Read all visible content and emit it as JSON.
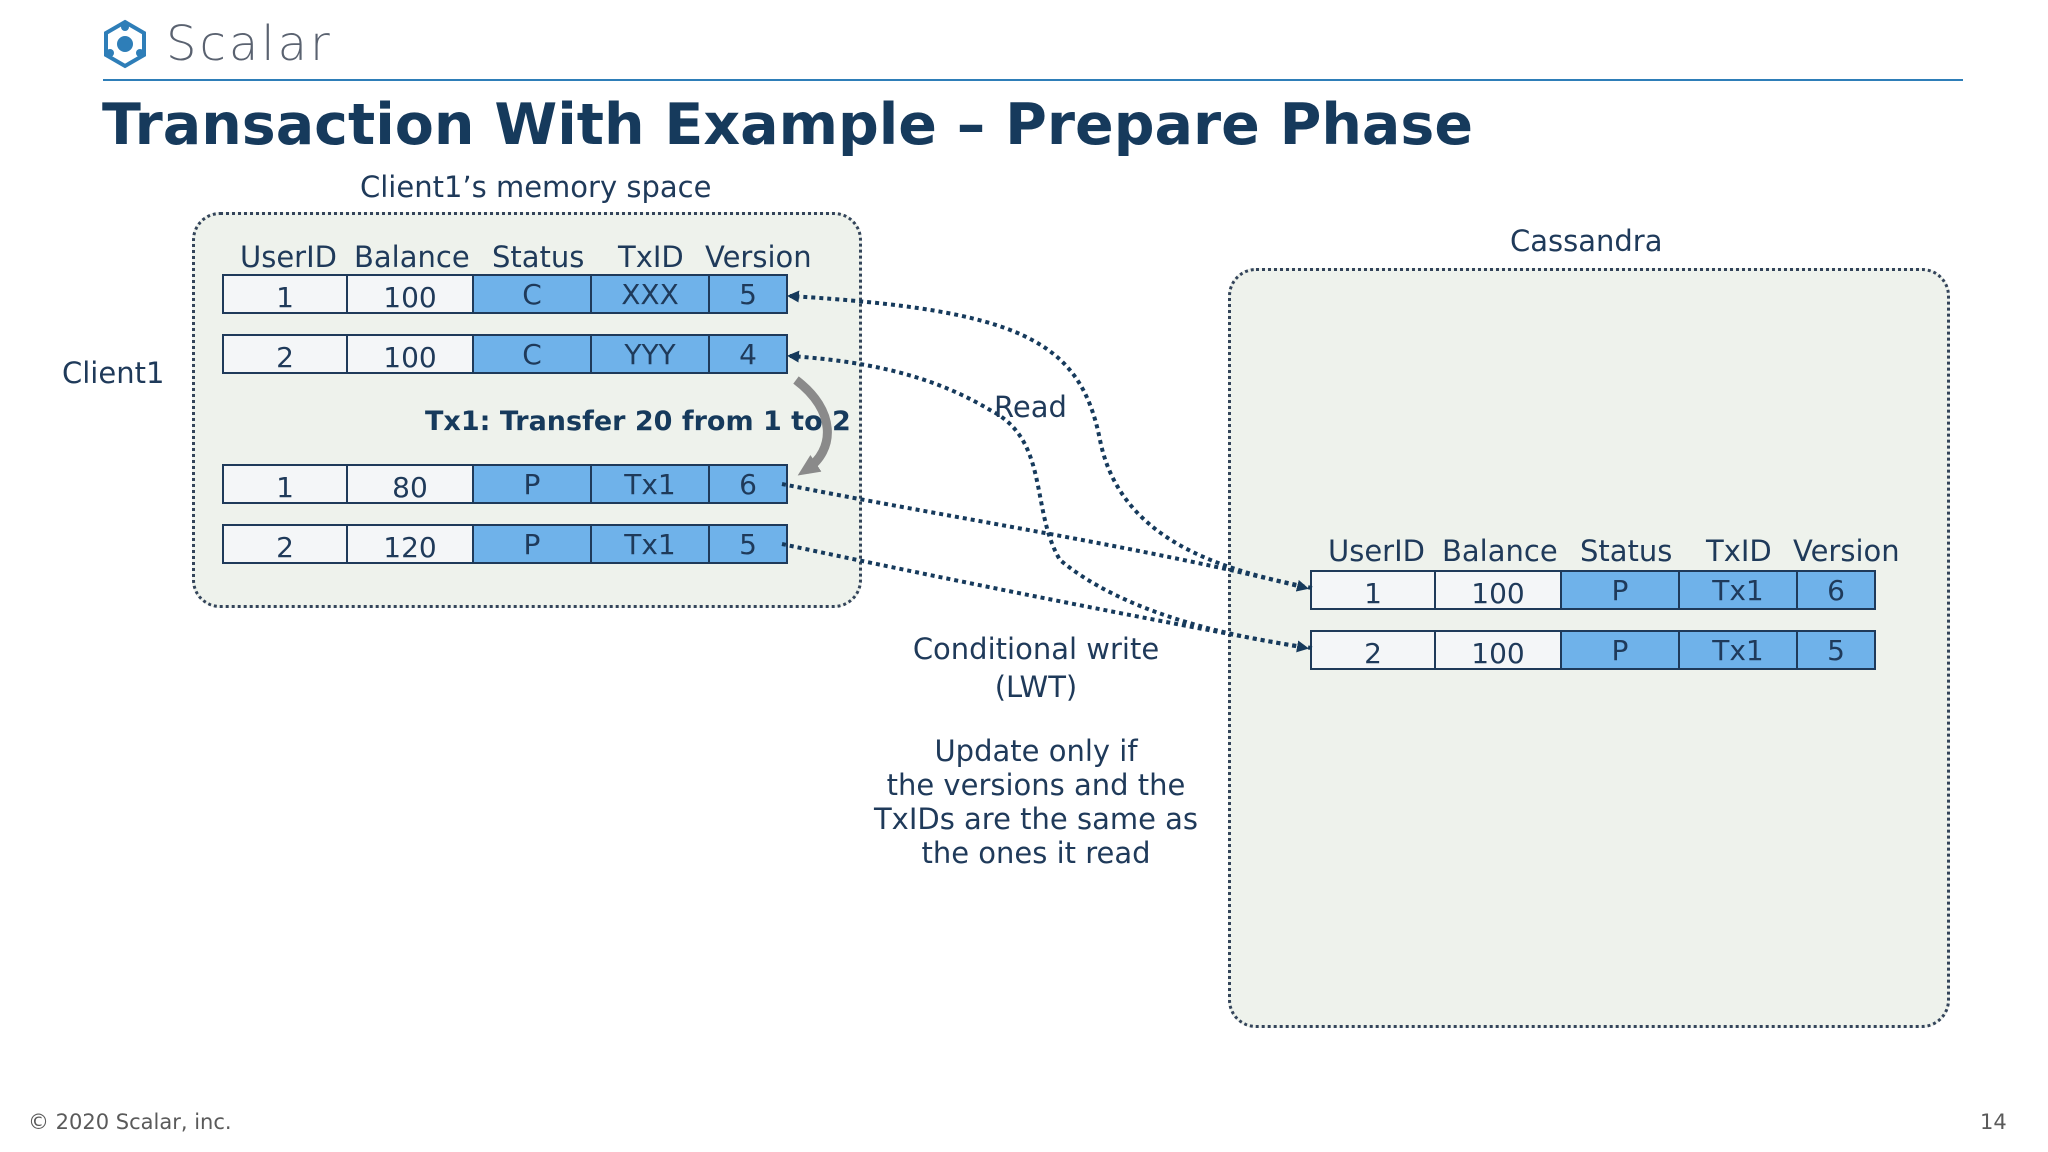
{
  "header": {
    "logo_text": "Scalar",
    "title": "Transaction With Example – Prepare Phase"
  },
  "client": {
    "side_label": "Client1",
    "memory_label": "Client1’s memory space",
    "columns": [
      "UserID",
      "Balance",
      "Status",
      "TxID",
      "Version"
    ],
    "before_rows": [
      [
        "1",
        "100",
        "C",
        "XXX",
        "5"
      ],
      [
        "2",
        "100",
        "C",
        "YYY",
        "4"
      ]
    ],
    "tx_label": "Tx1: Transfer 20 from 1 to 2",
    "after_rows": [
      [
        "1",
        "80",
        "P",
        "Tx1",
        "6"
      ],
      [
        "2",
        "120",
        "P",
        "Tx1",
        "5"
      ]
    ]
  },
  "cassandra": {
    "label": "Cassandra",
    "columns": [
      "UserID",
      "Balance",
      "Status",
      "TxID",
      "Version"
    ],
    "rows": [
      [
        "1",
        "100",
        "P",
        "Tx1",
        "6"
      ],
      [
        "2",
        "100",
        "P",
        "Tx1",
        "5"
      ]
    ]
  },
  "annotations": {
    "read": "Read",
    "cond_write_1": "Conditional write",
    "cond_write_2": "(LWT)",
    "update_1": "Update only if",
    "update_2": "the versions and the",
    "update_3": "TxIDs are the same as",
    "update_4": "the ones  it read"
  },
  "colors": {
    "accent_blue": "#6fb2ea",
    "dark_navy": "#163a5c",
    "panel_bg": "#eef2ec"
  },
  "footer": {
    "copyright": "© 2020 Scalar, inc.",
    "page_number": "14"
  }
}
